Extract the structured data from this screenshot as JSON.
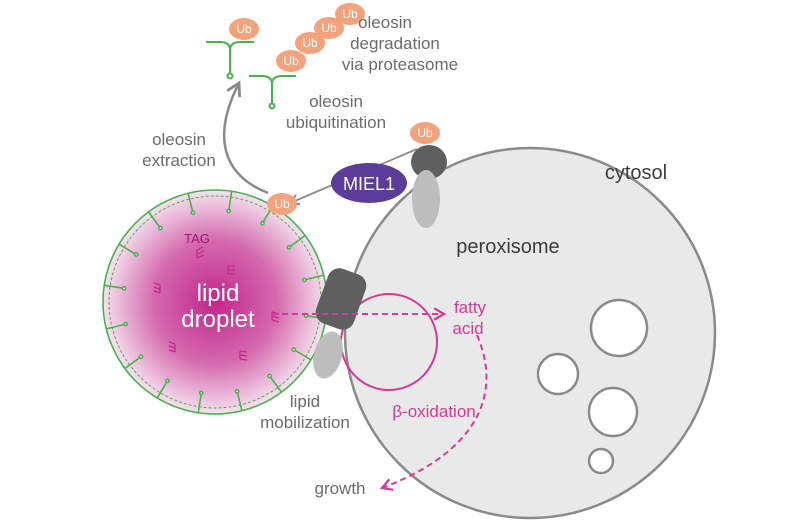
{
  "labels": {
    "oleosin_degradation": [
      "oleosin",
      "degradation",
      "via proteasome"
    ],
    "oleosin_ubiquitination": [
      "oleosin",
      "ubiquitination"
    ],
    "oleosin_extraction": [
      "oleosin",
      "extraction"
    ],
    "cytosol": "cytosol",
    "peroxisome": "peroxisome",
    "miel1": "MIEL1",
    "tag": "TAG",
    "lipid_droplet": [
      "lipid",
      "droplet"
    ],
    "fatty_acid": [
      "fatty",
      "acid"
    ],
    "beta_oxidation": "β-oxidation",
    "lipid_mobilization": [
      "lipid",
      "mobilization"
    ],
    "growth": "growth",
    "ub": "Ub"
  },
  "colors": {
    "ub_fill": "#f4a27c",
    "miel1_fill": "#5b3c9a",
    "oleosin_green": "#4caf50",
    "droplet_center": "#c2268a",
    "magenta_text": "#d63a94",
    "peroxisome_fill": "#e9e9e9",
    "peroxisome_stroke": "#8a8a8a",
    "transporter_dark": "#5f5f5f",
    "transporter_light": "#bdbdbd"
  }
}
